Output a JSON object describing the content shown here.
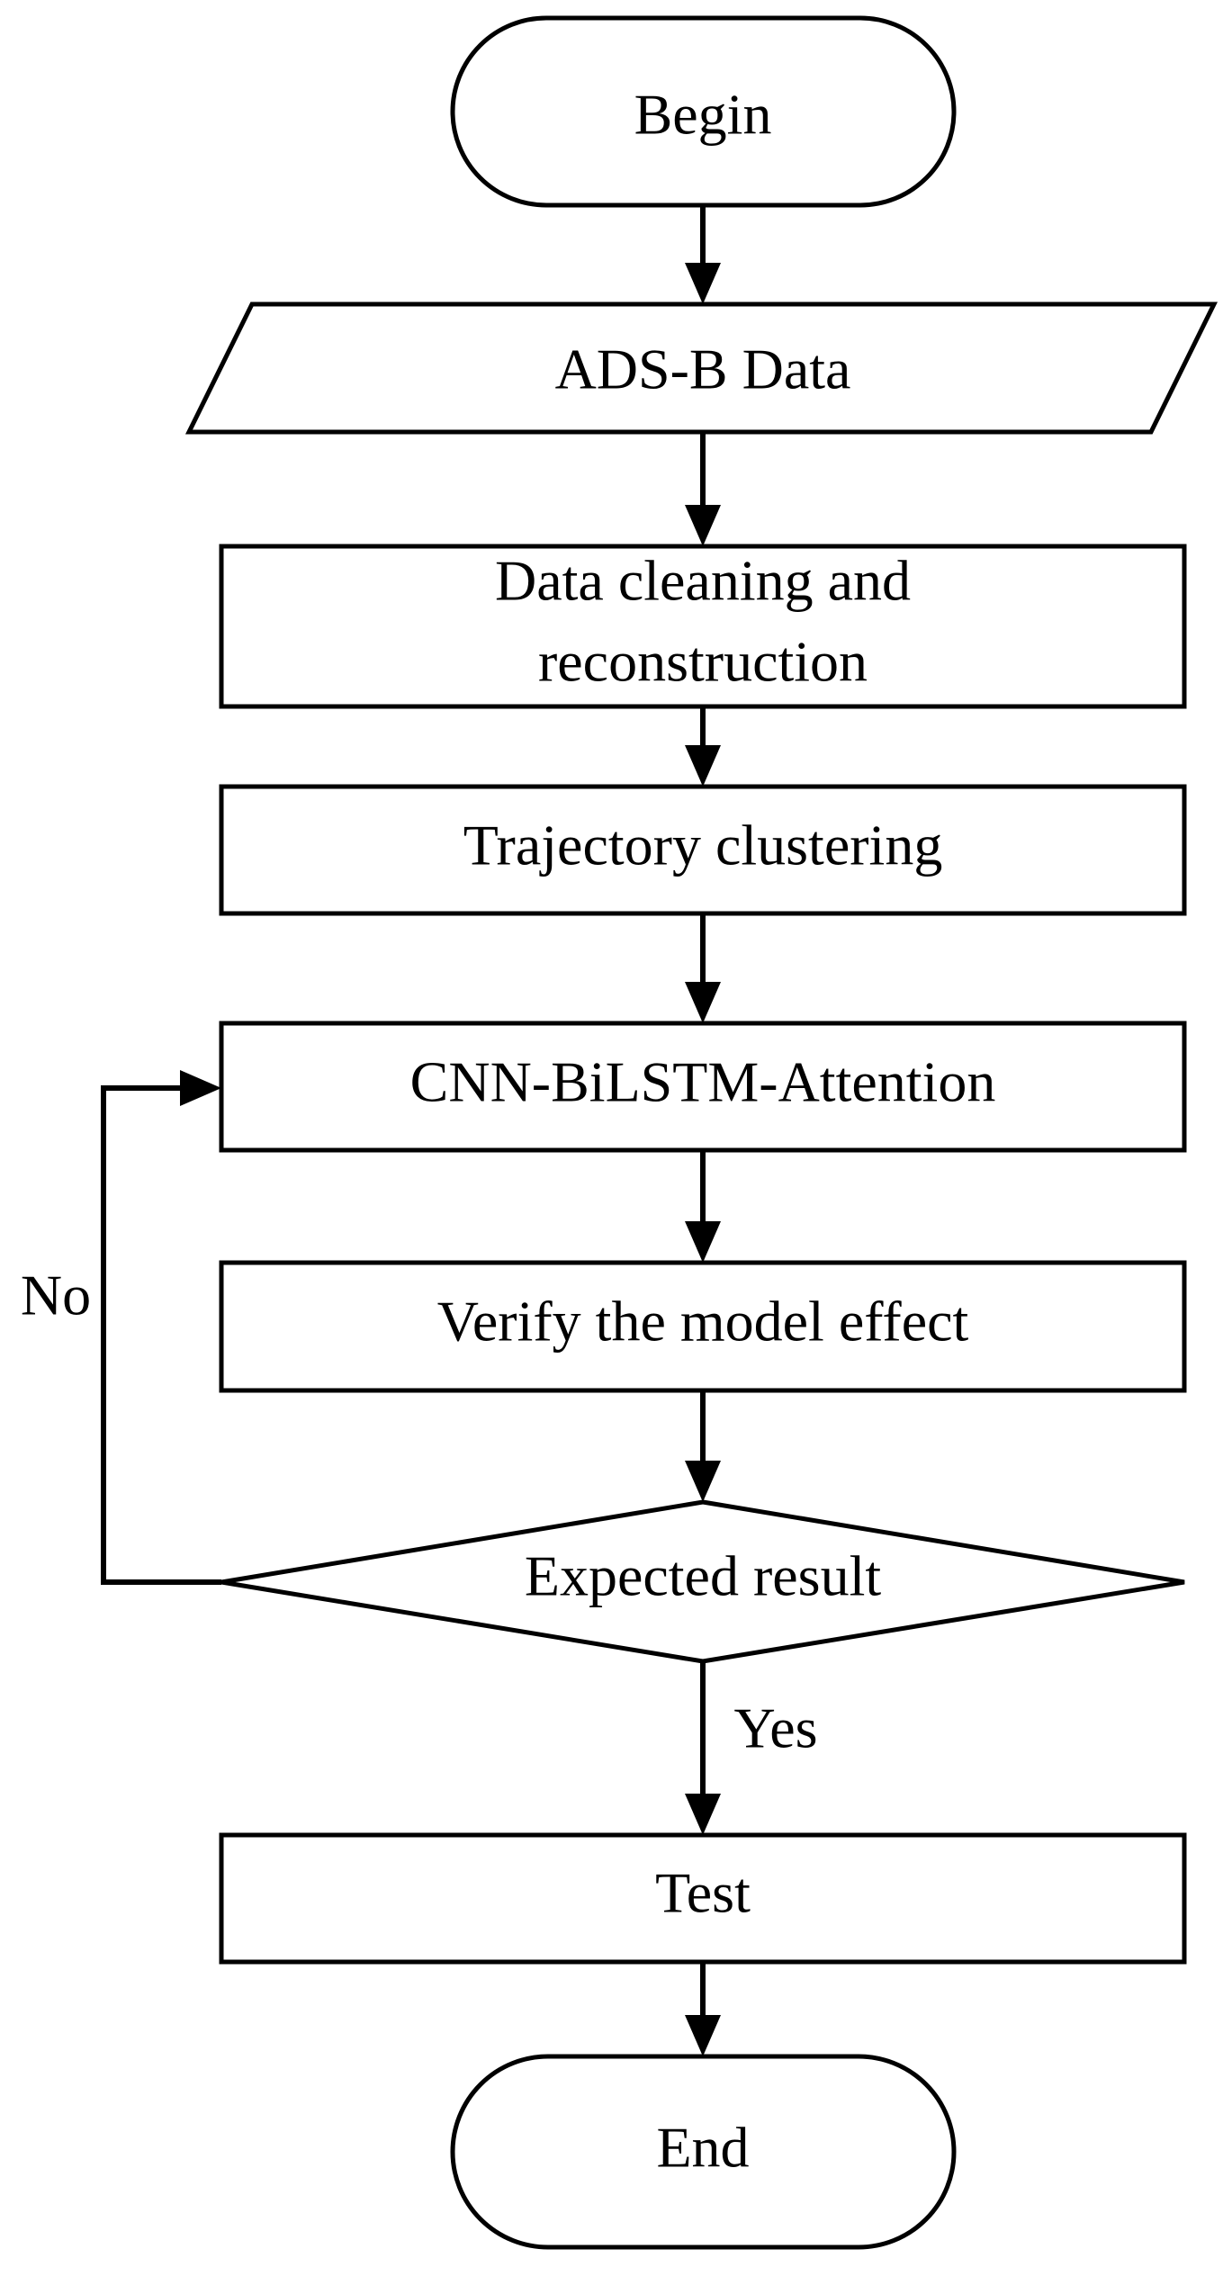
{
  "nodes": {
    "begin": "Begin",
    "ads_b": "ADS-B Data",
    "cleaning_line1": "Data cleaning and",
    "cleaning_line2": "reconstruction",
    "clustering": "Trajectory clustering",
    "model": "CNN-BiLSTM-Attention",
    "verify": "Verify the model effect",
    "decision": "Expected result",
    "test": "Test",
    "end": "End"
  },
  "edges": {
    "no_label": "No",
    "yes_label": "Yes"
  }
}
